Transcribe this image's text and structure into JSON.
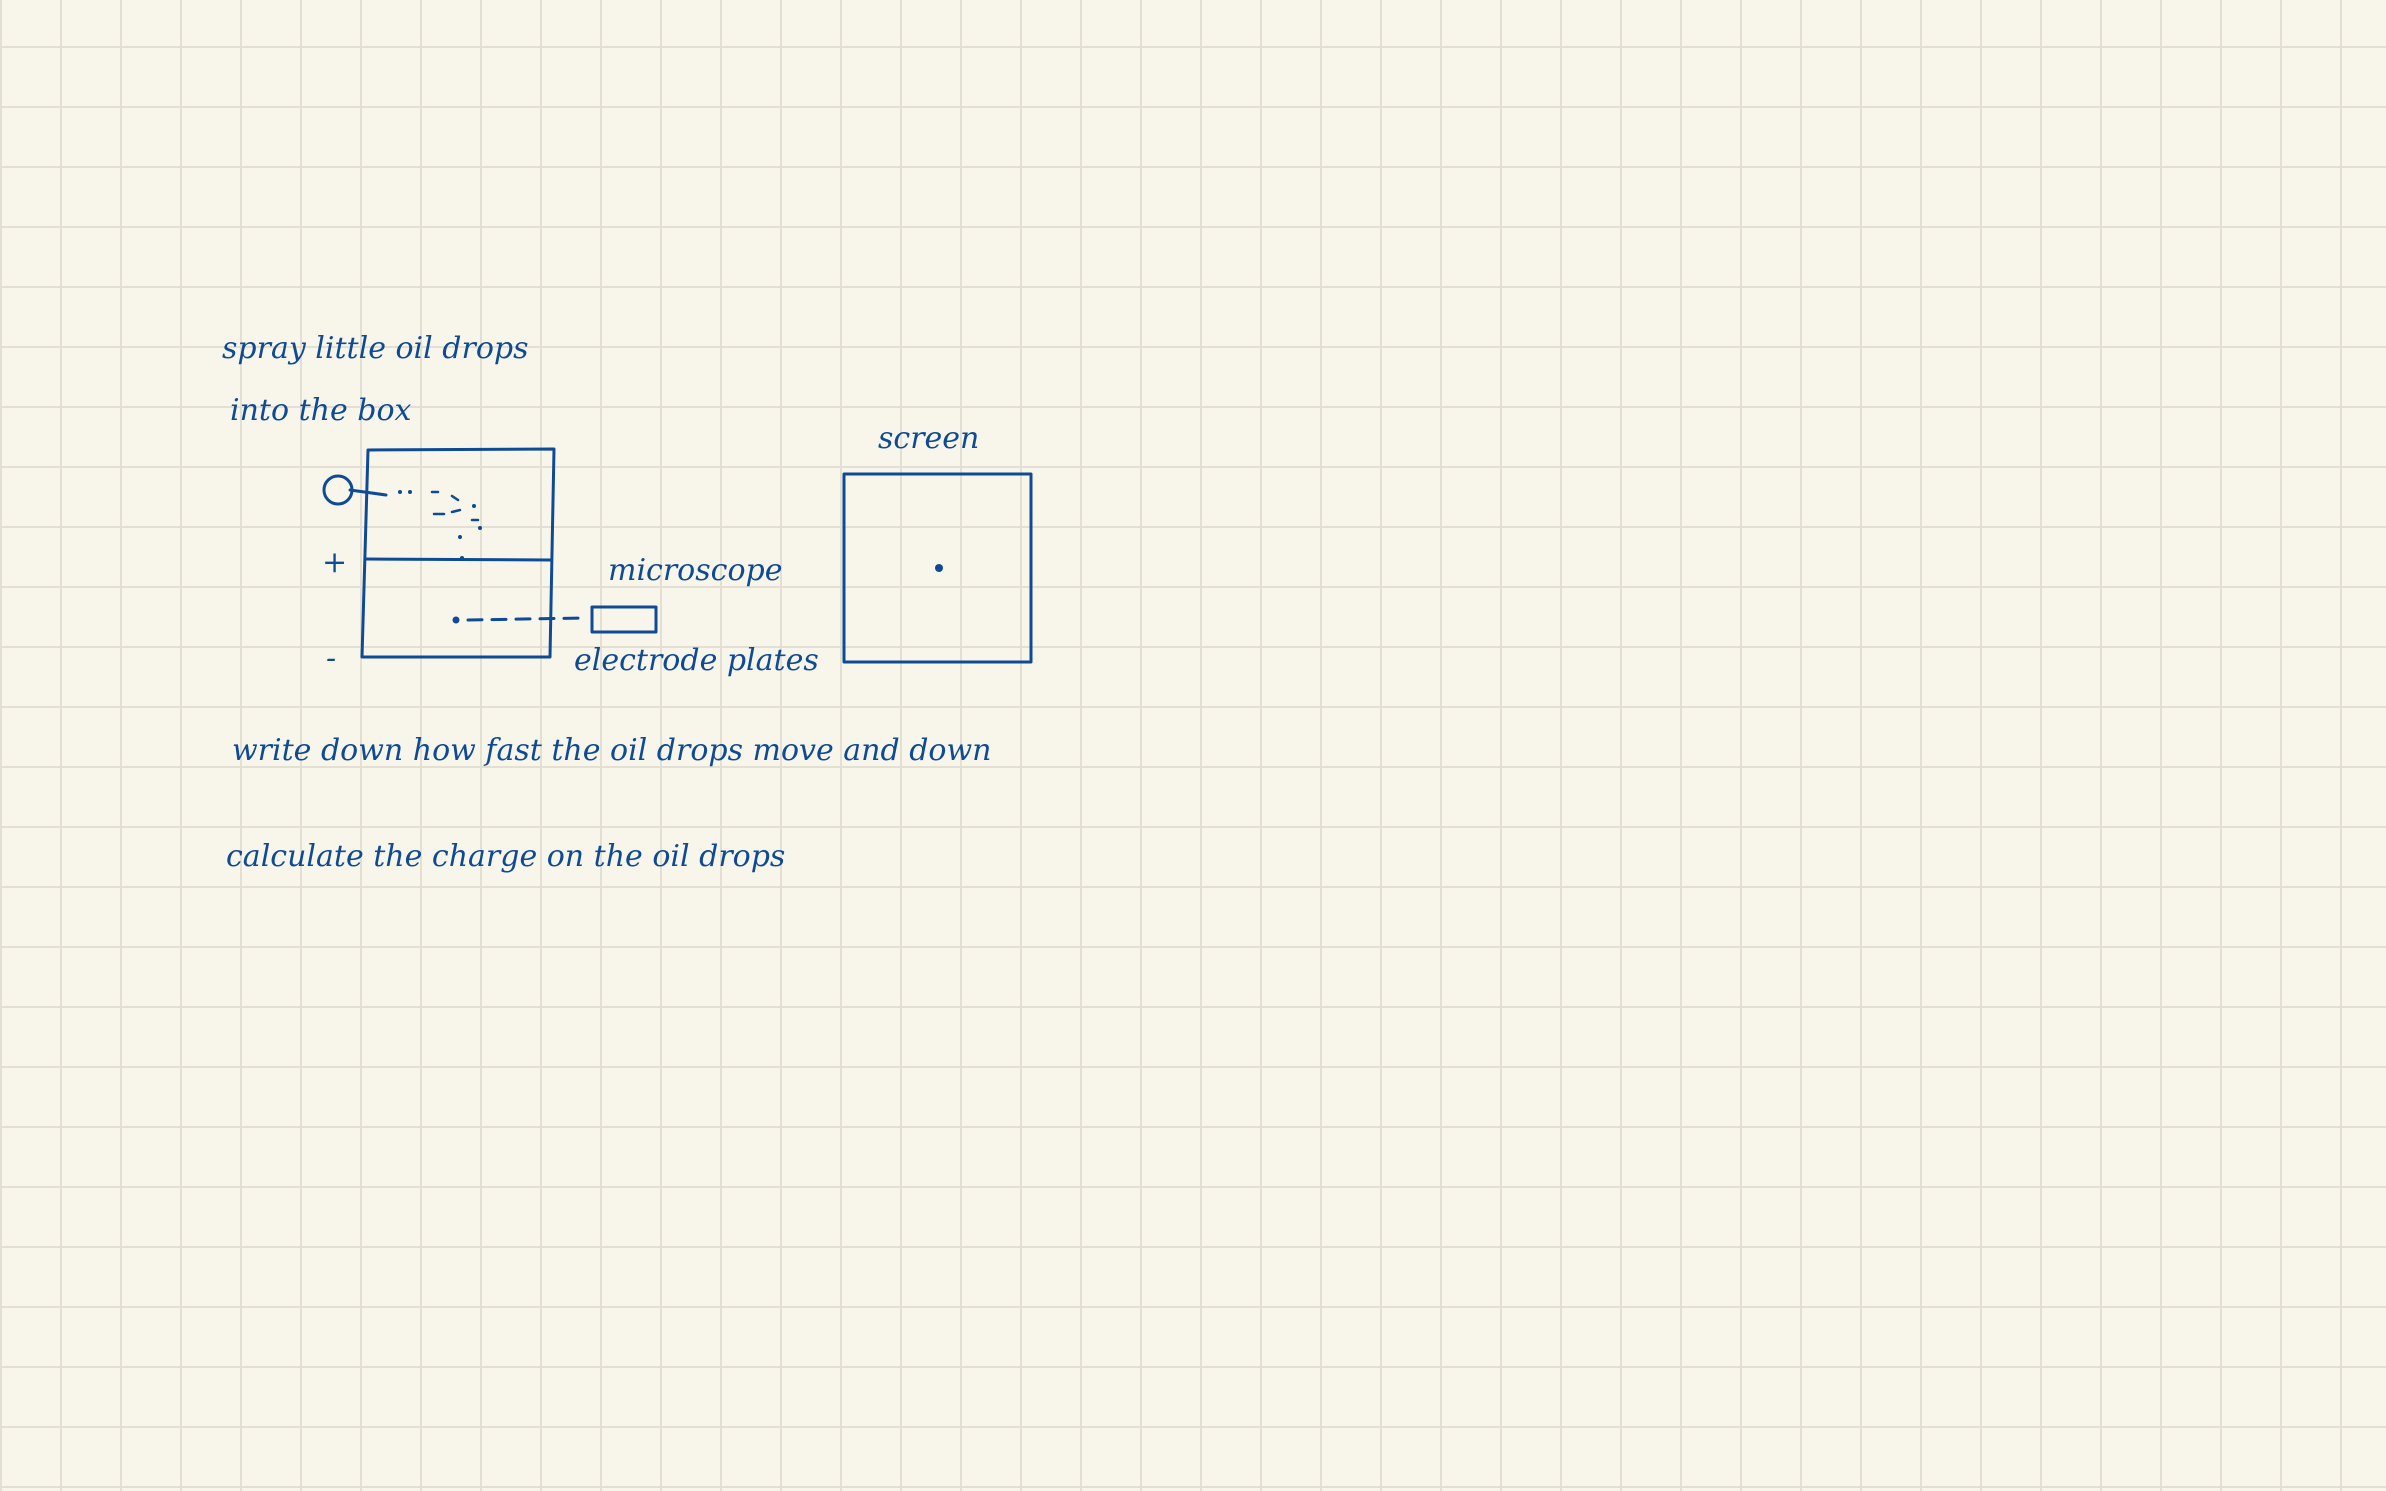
{
  "notes": {
    "line1": "spray little oil drops",
    "line2": "into the box",
    "plus_sign": "+",
    "minus_sign": "-",
    "label_microscope": "microscope",
    "label_electrode": "electrode plates",
    "label_screen": "screen",
    "sentence1": "write down how fast the oil drops move and down",
    "sentence2": "calculate the charge on the oil drops"
  },
  "colors": {
    "paper": "#f8f6ea",
    "grid": "#e3e0d3",
    "ink": "#0f4a94"
  }
}
